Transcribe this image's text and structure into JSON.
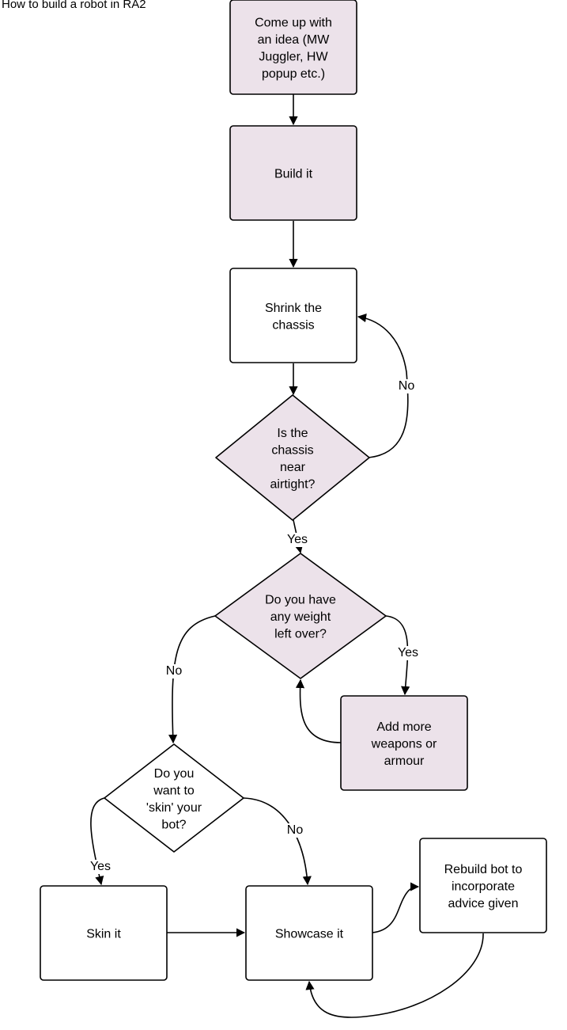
{
  "title": "How to build a robot in RA2",
  "colors": {
    "filled": "#ece2ea",
    "white": "#ffffff",
    "stroke": "#000000"
  },
  "nodes": {
    "idea": {
      "shape": "rect",
      "fill": "filled",
      "lines": [
        "Come up with",
        "an idea (MW",
        "Juggler, HW",
        "popup etc.)"
      ]
    },
    "build": {
      "shape": "rect",
      "fill": "filled",
      "lines": [
        "Build it"
      ]
    },
    "shrink": {
      "shape": "rect",
      "fill": "white",
      "lines": [
        "Shrink the",
        "chassis"
      ]
    },
    "airtight": {
      "shape": "diamond",
      "fill": "filled",
      "lines": [
        "Is the",
        "chassis",
        "near",
        "airtight?"
      ]
    },
    "weight": {
      "shape": "diamond",
      "fill": "filled",
      "lines": [
        "Do you have",
        "any weight",
        "left over?"
      ]
    },
    "add": {
      "shape": "rect",
      "fill": "filled",
      "lines": [
        "Add more",
        "weapons or",
        "armour"
      ]
    },
    "skin_q": {
      "shape": "diamond",
      "fill": "white",
      "lines": [
        "Do you",
        "want to",
        "'skin' your",
        "bot?"
      ]
    },
    "skin": {
      "shape": "rect",
      "fill": "white",
      "lines": [
        "Skin it"
      ]
    },
    "showcase": {
      "shape": "rect",
      "fill": "white",
      "lines": [
        "Showcase it"
      ]
    },
    "rebuild": {
      "shape": "rect",
      "fill": "white",
      "lines": [
        "Rebuild bot to",
        "incorporate",
        "advice given"
      ]
    }
  },
  "edges": {
    "idea_build": {
      "from": "idea",
      "to": "build",
      "label": ""
    },
    "build_shrink": {
      "from": "build",
      "to": "shrink",
      "label": ""
    },
    "shrink_airtight": {
      "from": "shrink",
      "to": "airtight",
      "label": ""
    },
    "airtight_shrink": {
      "from": "airtight",
      "to": "shrink",
      "label": "No"
    },
    "airtight_weight": {
      "from": "airtight",
      "to": "weight",
      "label": "Yes"
    },
    "weight_add": {
      "from": "weight",
      "to": "add",
      "label": "Yes"
    },
    "add_weight": {
      "from": "add",
      "to": "weight",
      "label": ""
    },
    "weight_skinq": {
      "from": "weight",
      "to": "skin_q",
      "label": "No"
    },
    "skinq_skin": {
      "from": "skin_q",
      "to": "skin",
      "label": "Yes"
    },
    "skinq_showcase": {
      "from": "skin_q",
      "to": "showcase",
      "label": "No"
    },
    "skin_showcase": {
      "from": "skin",
      "to": "showcase",
      "label": ""
    },
    "showcase_rebuild": {
      "from": "showcase",
      "to": "rebuild",
      "label": ""
    },
    "rebuild_showcase": {
      "from": "rebuild",
      "to": "showcase",
      "label": ""
    }
  }
}
